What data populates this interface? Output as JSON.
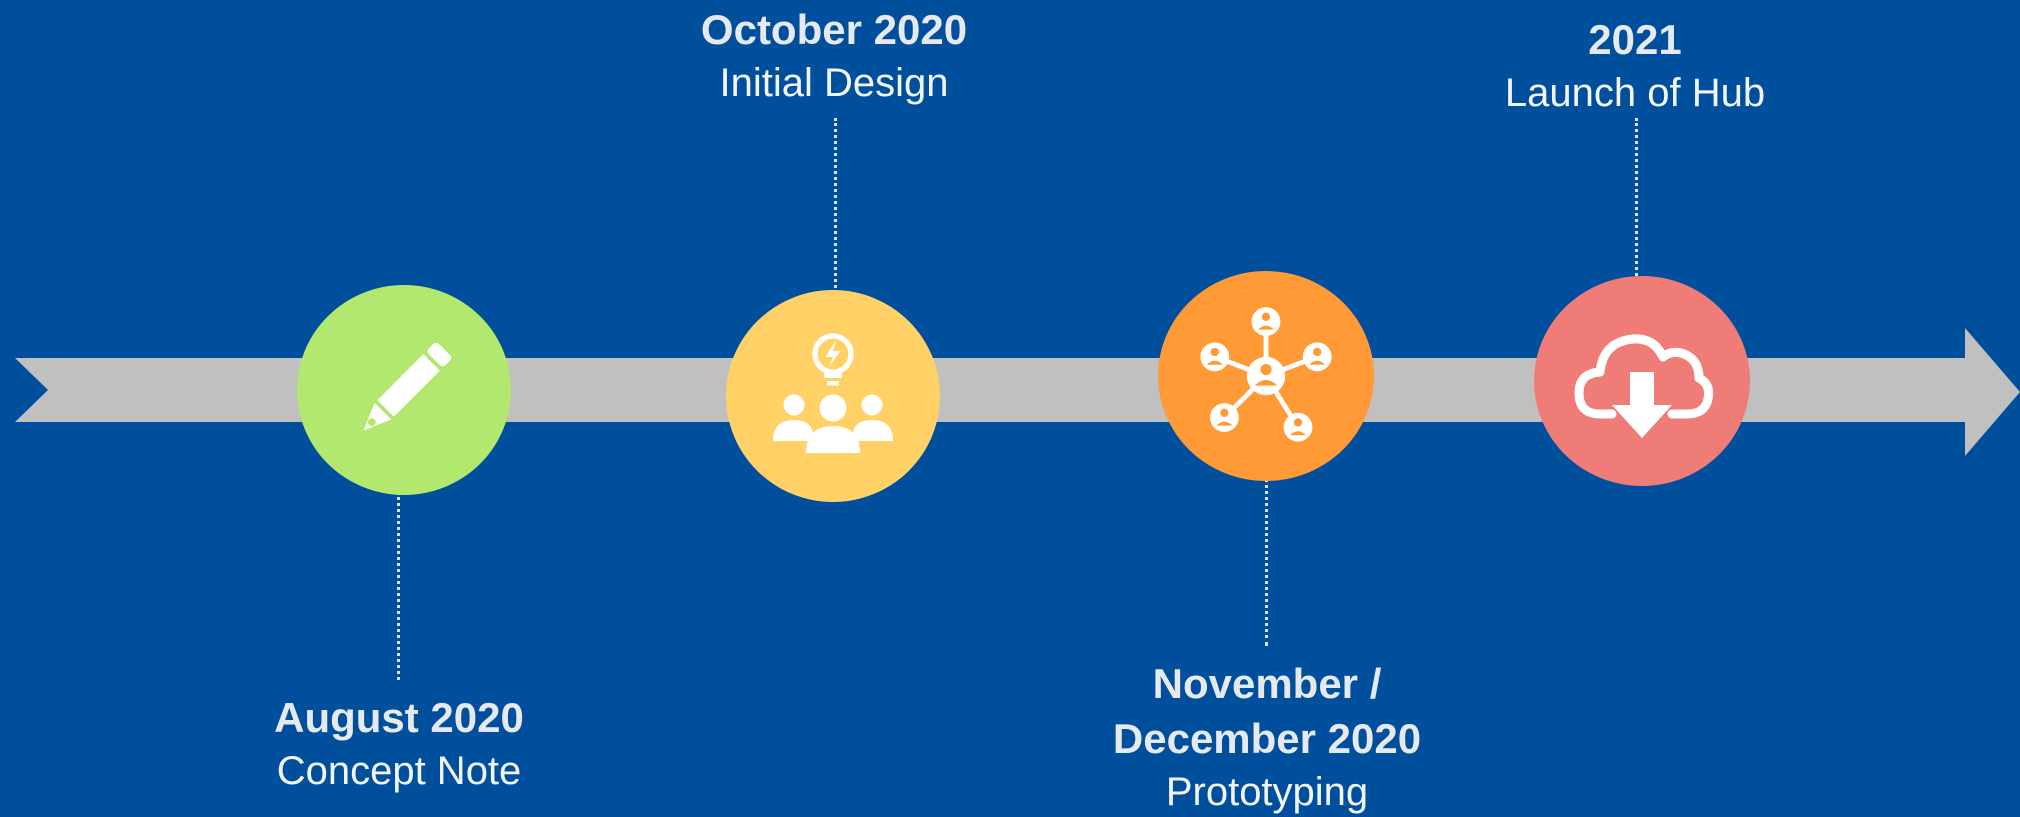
{
  "timeline": {
    "milestones": [
      {
        "date": "August 2020",
        "title": "Concept Note",
        "icon": "pencil-icon",
        "color": "#b3e86f"
      },
      {
        "date": "October 2020",
        "title": "Initial Design",
        "icon": "team-idea-icon",
        "color": "#ffd166"
      },
      {
        "date": "November / December 2020",
        "title": "Prototyping",
        "icon": "network-icon",
        "color": "#ff9a36"
      },
      {
        "date": "2021",
        "title": "Launch of Hub",
        "icon": "cloud-download-icon",
        "color": "#f07c78"
      }
    ]
  },
  "colors": {
    "background": "#004f9c",
    "arrow": "#c0c0c0",
    "connector": "#dde2ea",
    "icon": "#ffffff"
  }
}
